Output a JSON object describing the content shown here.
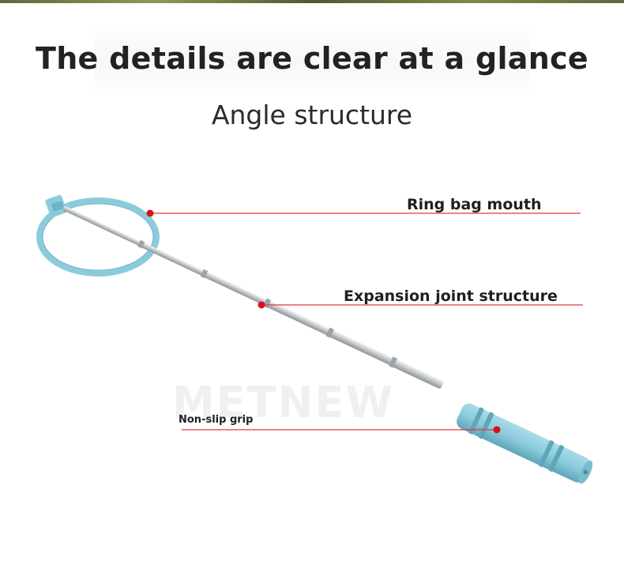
{
  "header": {
    "title": "The details are clear at a glance",
    "subtitle": "Angle structure"
  },
  "callouts": [
    {
      "label": "Ring bag mouth"
    },
    {
      "label": "Expansion joint structure"
    },
    {
      "label": "Non-slip grip"
    }
  ],
  "watermark": {
    "text": "METNEW"
  },
  "colors": {
    "ring": "#8ccbdc",
    "rod": "#c9cdd0",
    "callout_line": "#e8343b",
    "callout_dot": "#d8101a"
  }
}
